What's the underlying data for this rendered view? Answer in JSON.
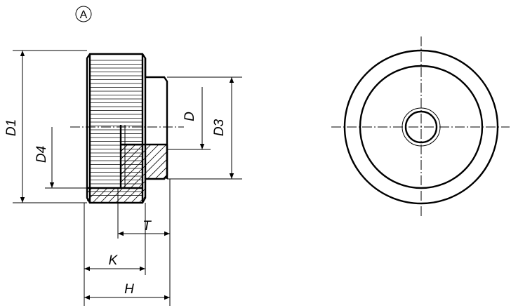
{
  "variant": {
    "label": "A"
  },
  "dimensions": {
    "D1": "D1",
    "D4": "D4",
    "D": "D",
    "D3": "D3",
    "T": "T",
    "K": "K",
    "H": "H"
  }
}
